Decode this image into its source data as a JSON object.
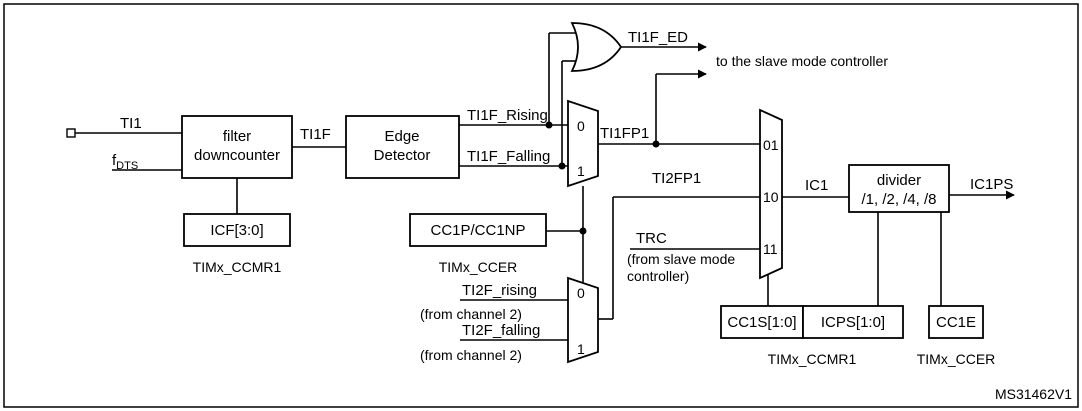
{
  "blocks": {
    "filter": [
      "filter",
      "downcounter"
    ],
    "edge_detector": [
      "Edge",
      "Detector"
    ],
    "divider": [
      "divider",
      "/1, /2, /4, /8"
    ],
    "icf": "ICF[3:0]",
    "cc1p": "CC1P/CC1NP",
    "cc1s": "CC1S[1:0]",
    "icps": "ICPS[1:0]",
    "cc1e": "CC1E"
  },
  "registers": {
    "ccmr1_left": "TIMx_CCMR1",
    "ccer_mid": "TIMx_CCER",
    "ccmr1_right": "TIMx_CCMR1",
    "ccer_right": "TIMx_CCER"
  },
  "signals": {
    "ti1": "TI1",
    "fdts_main": "f",
    "fdts_sub": "DTS",
    "ti1f": "TI1F",
    "ti1f_rising": "TI1F_Rising",
    "ti1f_falling": "TI1F_Falling",
    "ti1f_ed": "TI1F_ED",
    "slave": "to the slave mode controller",
    "ti1fp1": "TI1FP1",
    "ti2fp1": "TI2FP1",
    "trc": "TRC",
    "trc_note": [
      "(from slave mode",
      "controller)"
    ],
    "ti2f_rising": "TI2F_rising",
    "ti2f_falling": "TI2F_falling",
    "from_ch2_a": "(from channel 2)",
    "from_ch2_b": "(from channel 2)",
    "ic1": "IC1",
    "ic1ps": "IC1PS"
  },
  "mux_inputs": {
    "mux1": [
      "0",
      "1"
    ],
    "mux2": [
      "0",
      "1"
    ],
    "mux3": [
      "01",
      "10",
      "11"
    ]
  },
  "figure_id": "MS31462V1"
}
